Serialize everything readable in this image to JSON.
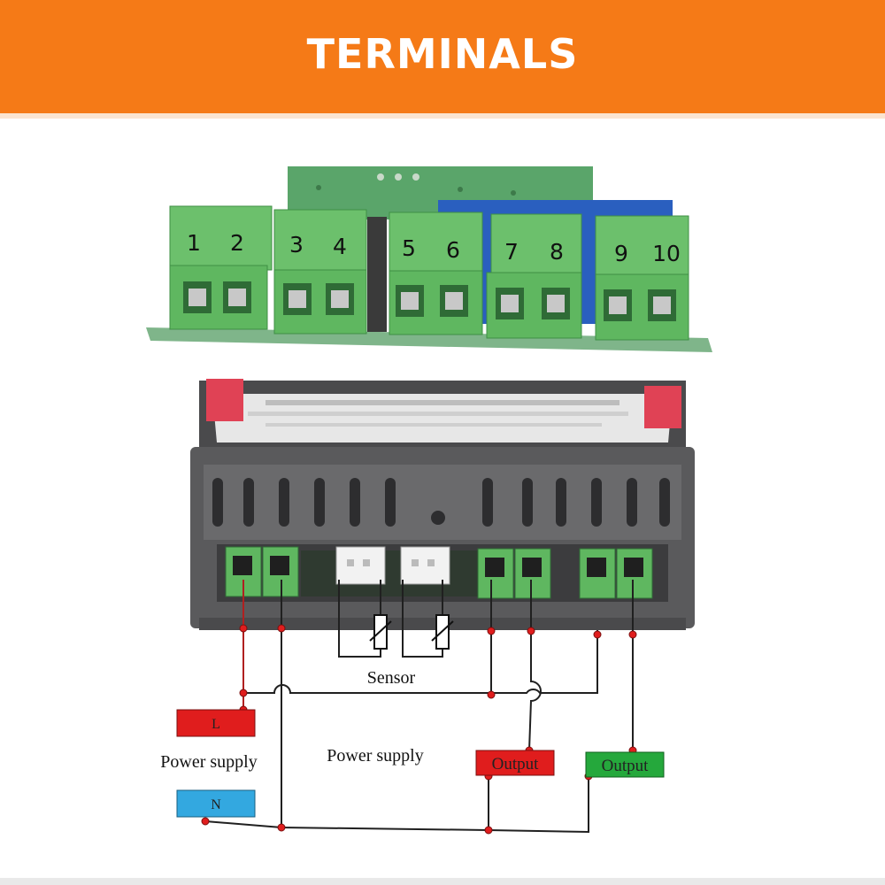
{
  "banner": {
    "title": "TERMINALS",
    "color": "#f57a17"
  },
  "terminals": [
    "1",
    "2",
    "3",
    "4",
    "5",
    "6",
    "7",
    "8",
    "9",
    "10"
  ],
  "wiring": {
    "sensor_label": "Sensor",
    "power_supply_left_label": "Power supply",
    "power_supply_center_label": "Power supply",
    "live_label": "L",
    "neutral_label": "N",
    "output_red_label": "Output",
    "output_green_label": "Output"
  },
  "colors": {
    "terminal_green": "#5fb760",
    "pcb_green": "#5aa56a",
    "relay_blue": "#2a5fbf",
    "housing_grey": "#5a5a5c",
    "live_red": "#e01d1d",
    "neutral_blue": "#33a8e0",
    "output_red": "#e01d1d",
    "output_green": "#25a83c",
    "wire_red": "#b02020",
    "wire_black": "#202020"
  }
}
